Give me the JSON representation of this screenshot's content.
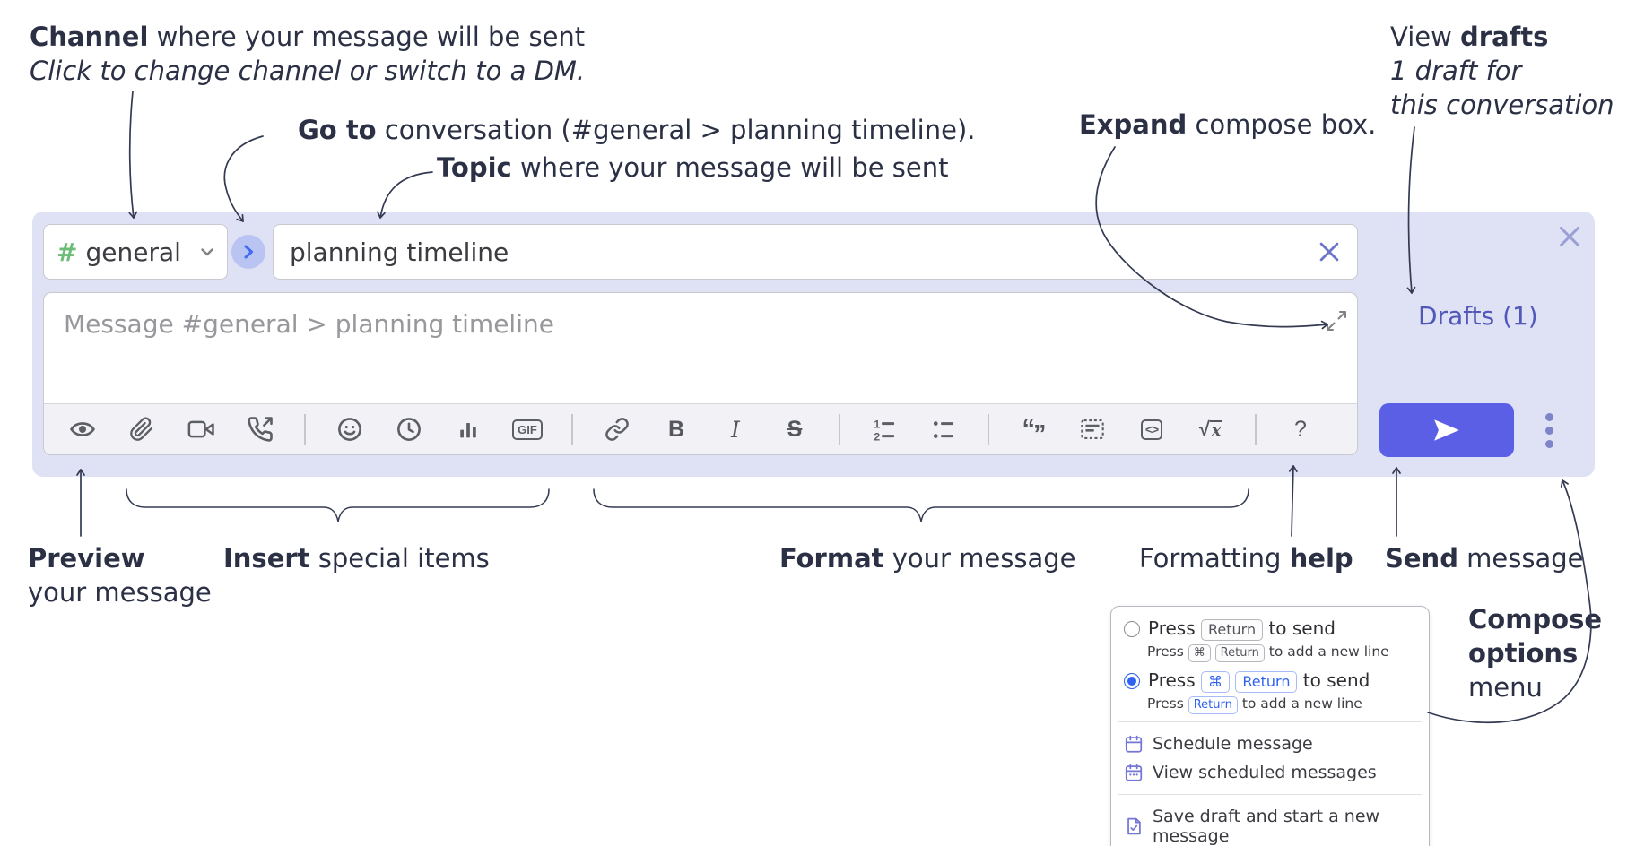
{
  "annotations": {
    "channel": {
      "bold": "Channel",
      "rest": " where your message will be sent",
      "sub": "Click to change channel or switch to a DM."
    },
    "go_to": {
      "bold": "Go to",
      "rest": " conversation (#general > planning timeline)."
    },
    "topic": {
      "bold": "Topic",
      "rest": " where your message will be sent"
    },
    "expand": {
      "bold": "Expand",
      "rest": " compose box."
    },
    "view_drafts": {
      "pre": "View ",
      "bold": "drafts",
      "line2": "1 draft for",
      "line3": "this conversation"
    },
    "preview": {
      "bold": "Preview",
      "line2": "your message"
    },
    "insert": {
      "bold": "Insert",
      "rest": " special items"
    },
    "format": {
      "bold": "Format",
      "rest": " your message"
    },
    "formatting_help": {
      "pre": "Formatting ",
      "bold": "help"
    },
    "send": {
      "bold": "Send",
      "rest": " message"
    },
    "compose_options": {
      "bold1": "Compose",
      "bold2": "options",
      "rest": "menu"
    }
  },
  "compose": {
    "channel": {
      "hash": "#",
      "name": "general"
    },
    "topic_value": "planning timeline",
    "message_placeholder": "Message #general > planning timeline",
    "drafts_link": "Drafts (1)",
    "toolbar": {
      "gif": "GIF",
      "bold": "B",
      "italic": "I",
      "strike": "S",
      "code": "<>",
      "math_root": "√",
      "math_x": "x",
      "help": "?",
      "quote_open": "“",
      "quote_close": "”",
      "list1": "1",
      "list2": "2"
    }
  },
  "popup": {
    "option1": {
      "pre": "Press",
      "key": "Return",
      "post": "to send",
      "sub_pre": "Press",
      "sub_key1": "⌘",
      "sub_key2": "Return",
      "sub_post": "to add a new line"
    },
    "option2": {
      "pre": "Press",
      "key1": "⌘",
      "key2": "Return",
      "post": "to send",
      "sub_pre": "Press",
      "sub_key": "Return",
      "sub_post": "to add a new line"
    },
    "menu": [
      {
        "label": "Schedule message"
      },
      {
        "label": "View scheduled messages"
      },
      {
        "label": "Save draft and start a new message"
      }
    ]
  },
  "colors": {
    "compose_bg": "#dfe2f4",
    "send_button": "#5b5fe6",
    "drafts_link": "#5158ba",
    "hash_green": "#6cbd76",
    "selected_blue": "#2f62f1",
    "menu_icon_purple": "#7577d6",
    "annotation_ink": "#2b3045"
  }
}
